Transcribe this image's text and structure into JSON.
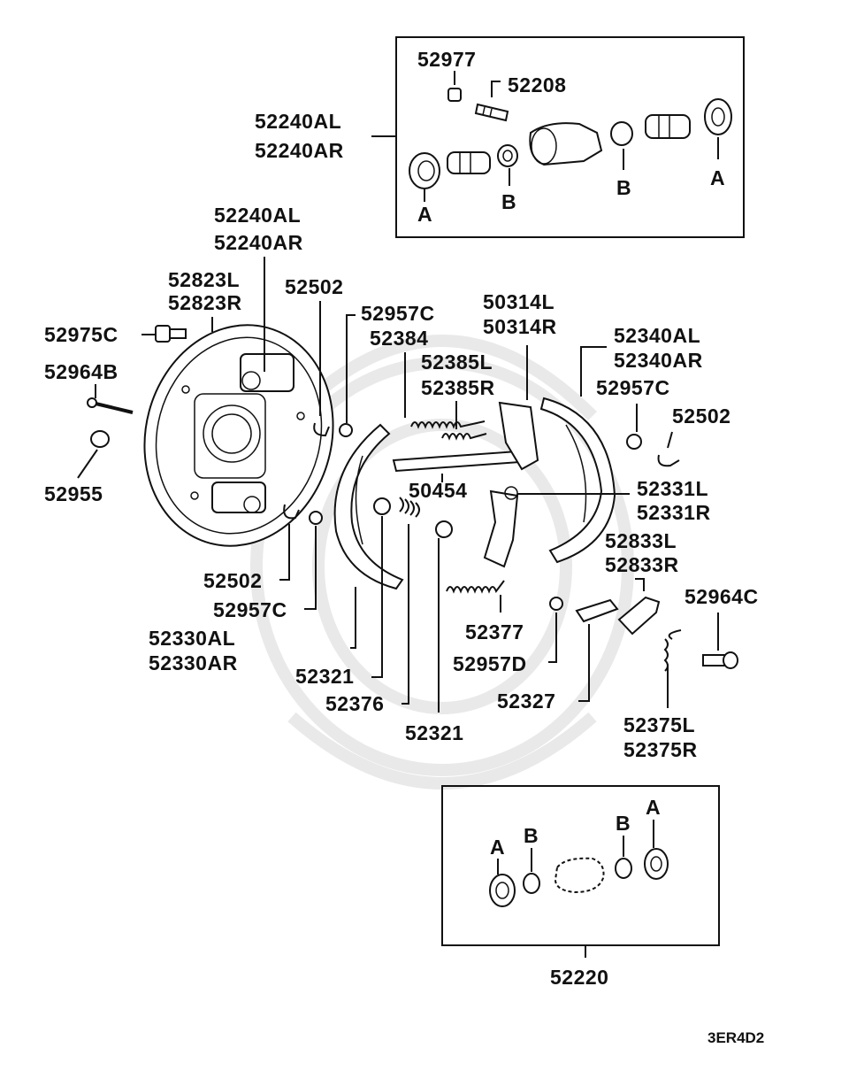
{
  "diagram_code": "3ER4D2",
  "top_box": {
    "assembly_labels": [
      "52240AL",
      "52240AR"
    ],
    "parts": [
      {
        "id": "52977"
      },
      {
        "id": "52208"
      }
    ],
    "markers": [
      "A",
      "B",
      "B",
      "A"
    ]
  },
  "main": {
    "labels": {
      "wheel_cyl_1": "52240AL",
      "wheel_cyl_2": "52240AR",
      "backing_plate_1": "52823L",
      "backing_plate_2": "52823R",
      "clip_top": "52502",
      "washer_top": "52957C",
      "spring_top": "52384",
      "adjuster_1": "52385L",
      "adjuster_2": "52385R",
      "lever_1": "50314L",
      "lever_2": "50314R",
      "shoe_right_1": "52340AL",
      "shoe_right_2": "52340AR",
      "washer_right": "52957C",
      "clip_right": "52502",
      "bleeder": "52975C",
      "bolt_left": "52964B",
      "cap": "52955",
      "strut": "50454",
      "strut_lever_1": "52331L",
      "strut_lever_2": "52331R",
      "adj_lever_1": "52833L",
      "adj_lever_2": "52833R",
      "pin_right": "52964C",
      "clip_bottom": "52502",
      "washer_bottom": "52957C",
      "shoe_left_1": "52330AL",
      "shoe_left_2": "52330AR",
      "cup_1": "52321",
      "spring_mid": "52376",
      "cup_2": "52321",
      "spring_lower": "52377",
      "washer_d": "52957D",
      "link": "52327",
      "spring_adj_1": "52375L",
      "spring_adj_2": "52375R"
    }
  },
  "bottom_box": {
    "label": "52220",
    "markers": [
      "A",
      "B",
      "B",
      "A"
    ]
  }
}
